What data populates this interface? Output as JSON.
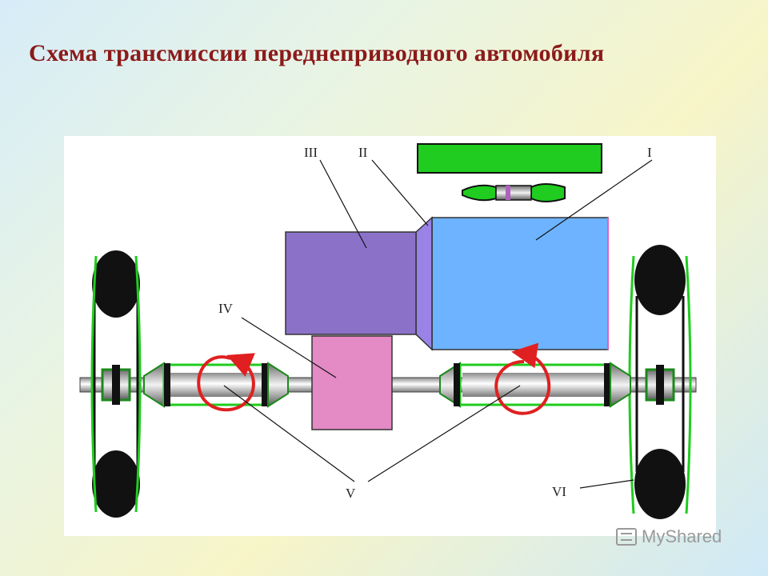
{
  "title": "Схема трансмиссии переднеприводного автомобиля",
  "labels": {
    "I": "I",
    "II": "II",
    "III": "III",
    "IV": "IV",
    "V": "V",
    "VI": "VI"
  },
  "watermark": "MyShared",
  "colors": {
    "title": "#8b1a1a",
    "engine": "#6db3ff",
    "clutch": "#9a82e6",
    "gearbox": "#8b72c8",
    "final_drive": "#e48ac4",
    "shafts": "#22bb22",
    "arrows": "#e02020",
    "wheels": "#111111"
  }
}
